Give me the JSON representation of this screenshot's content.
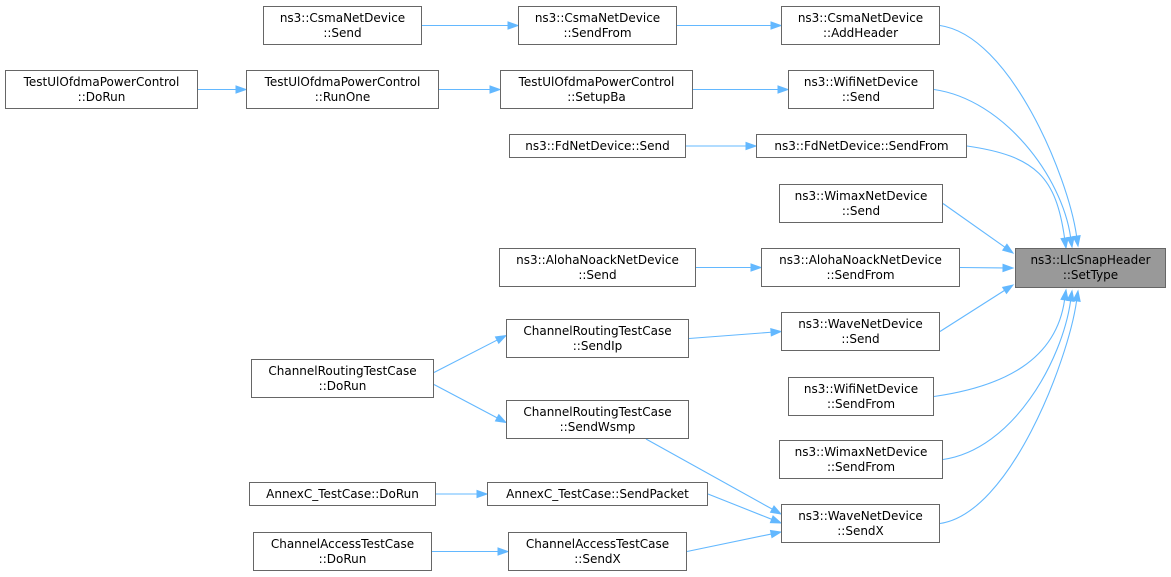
{
  "target": {
    "id": "llc",
    "lines": [
      "ns3::LlcSnapHeader",
      "::SetType"
    ]
  },
  "nodes": [
    {
      "id": "csma_send",
      "lines": [
        "ns3::CsmaNetDevice",
        "::Send"
      ]
    },
    {
      "id": "csma_sendfrom",
      "lines": [
        "ns3::CsmaNetDevice",
        "::SendFrom"
      ]
    },
    {
      "id": "csma_addheader",
      "lines": [
        "ns3::CsmaNetDevice",
        "::AddHeader"
      ]
    },
    {
      "id": "tul_dorun",
      "lines": [
        "TestUlOfdmaPowerControl",
        "::DoRun"
      ]
    },
    {
      "id": "tul_runone",
      "lines": [
        "TestUlOfdmaPowerControl",
        "::RunOne"
      ]
    },
    {
      "id": "tul_setupba",
      "lines": [
        "TestUlOfdmaPowerControl",
        "::SetupBa"
      ]
    },
    {
      "id": "wifi_send",
      "lines": [
        "ns3::WifiNetDevice",
        "::Send"
      ]
    },
    {
      "id": "fd_send",
      "lines": [
        "ns3::FdNetDevice::Send"
      ]
    },
    {
      "id": "fd_sendfrom",
      "lines": [
        "ns3::FdNetDevice::SendFrom"
      ]
    },
    {
      "id": "wimax_send",
      "lines": [
        "ns3::WimaxNetDevice",
        "::Send"
      ]
    },
    {
      "id": "aloha_send",
      "lines": [
        "ns3::AlohaNoackNetDevice",
        "::Send"
      ]
    },
    {
      "id": "aloha_sendfrom",
      "lines": [
        "ns3::AlohaNoackNetDevice",
        "::SendFrom"
      ]
    },
    {
      "id": "crt_sendip",
      "lines": [
        "ChannelRoutingTestCase",
        "::SendIp"
      ]
    },
    {
      "id": "wave_send",
      "lines": [
        "ns3::WaveNetDevice",
        "::Send"
      ]
    },
    {
      "id": "crt_dorun",
      "lines": [
        "ChannelRoutingTestCase",
        "::DoRun"
      ]
    },
    {
      "id": "wifi_sendfrom",
      "lines": [
        "ns3::WifiNetDevice",
        "::SendFrom"
      ]
    },
    {
      "id": "crt_sendwsmp",
      "lines": [
        "ChannelRoutingTestCase",
        "::SendWsmp"
      ]
    },
    {
      "id": "wimax_sendfrom",
      "lines": [
        "ns3::WimaxNetDevice",
        "::SendFrom"
      ]
    },
    {
      "id": "annex_dorun",
      "lines": [
        "AnnexC_TestCase::DoRun"
      ]
    },
    {
      "id": "annex_sendpacket",
      "lines": [
        "AnnexC_TestCase::SendPacket"
      ]
    },
    {
      "id": "wave_sendx",
      "lines": [
        "ns3::WaveNetDevice",
        "::SendX"
      ]
    },
    {
      "id": "cat_dorun",
      "lines": [
        "ChannelAccessTestCase",
        "::DoRun"
      ]
    },
    {
      "id": "cat_sendx",
      "lines": [
        "ChannelAccessTestCase",
        "::SendX"
      ]
    }
  ],
  "edges": [
    [
      "csma_send",
      "csma_sendfrom"
    ],
    [
      "csma_sendfrom",
      "csma_addheader"
    ],
    [
      "csma_addheader",
      "llc"
    ],
    [
      "tul_dorun",
      "tul_runone"
    ],
    [
      "tul_runone",
      "tul_setupba"
    ],
    [
      "tul_setupba",
      "wifi_send"
    ],
    [
      "wifi_send",
      "llc"
    ],
    [
      "fd_send",
      "fd_sendfrom"
    ],
    [
      "fd_sendfrom",
      "llc"
    ],
    [
      "wimax_send",
      "llc"
    ],
    [
      "aloha_send",
      "aloha_sendfrom"
    ],
    [
      "aloha_sendfrom",
      "llc"
    ],
    [
      "crt_dorun",
      "crt_sendip"
    ],
    [
      "crt_dorun",
      "crt_sendwsmp"
    ],
    [
      "crt_sendip",
      "wave_send"
    ],
    [
      "wave_send",
      "llc"
    ],
    [
      "crt_sendwsmp",
      "wave_sendx"
    ],
    [
      "wifi_sendfrom",
      "llc"
    ],
    [
      "wimax_sendfrom",
      "llc"
    ],
    [
      "annex_dorun",
      "annex_sendpacket"
    ],
    [
      "annex_sendpacket",
      "wave_sendx"
    ],
    [
      "cat_dorun",
      "cat_sendx"
    ],
    [
      "cat_sendx",
      "wave_sendx"
    ],
    [
      "wave_sendx",
      "llc"
    ]
  ],
  "colors": {
    "edge": "#63b8ff",
    "node_border": "#666666",
    "target_fill": "#999999"
  }
}
